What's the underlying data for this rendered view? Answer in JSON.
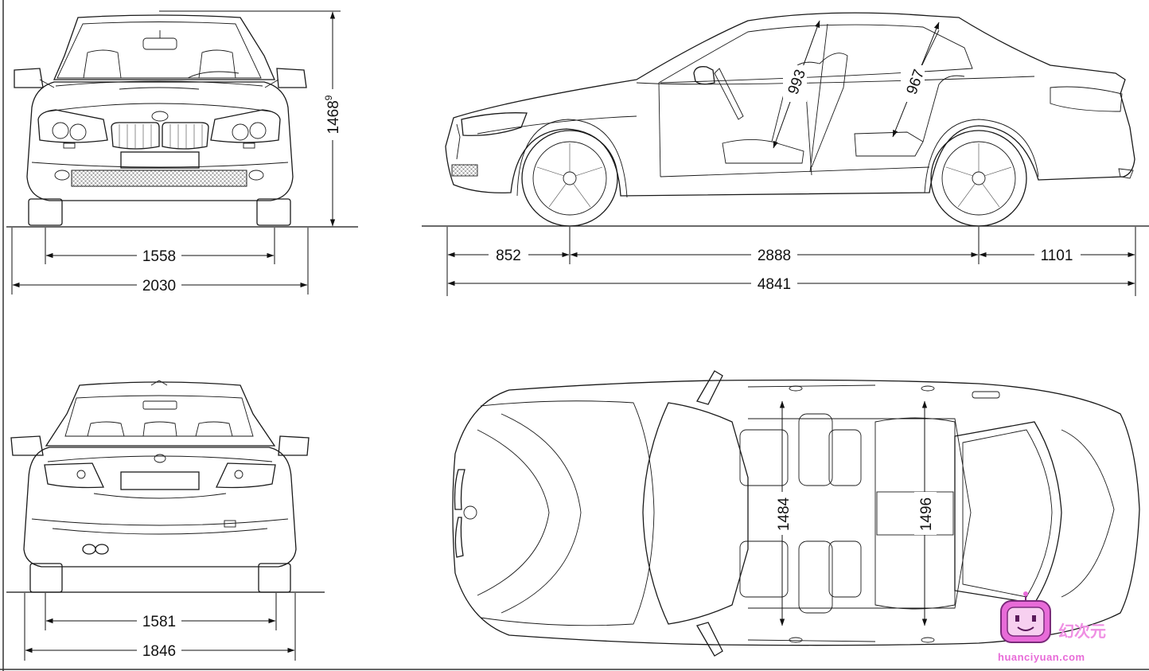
{
  "dimensions": {
    "front_track": "1558",
    "front_width_mirrors": "2030",
    "height": "1468",
    "height_sup": "9",
    "front_overhang": "852",
    "wheelbase": "2888",
    "rear_overhang": "1101",
    "length": "4841",
    "front_headroom": "993",
    "rear_headroom": "967",
    "rear_track": "1581",
    "width": "1846",
    "front_shoulder": "1484",
    "rear_shoulder": "1496"
  },
  "watermark": {
    "chinese": "幻次元",
    "url": "huanciyuan.com"
  },
  "colors": {
    "line": "#1a1a1a",
    "watermark": "#e86bd8"
  }
}
